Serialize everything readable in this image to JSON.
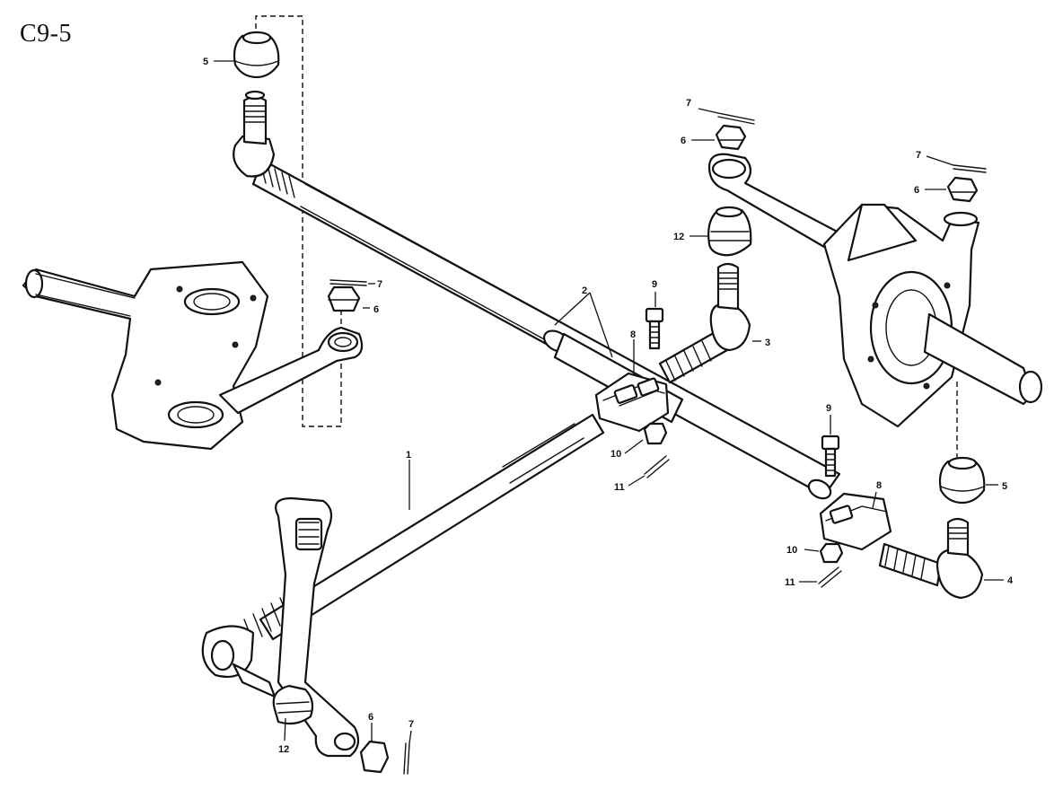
{
  "sheet": {
    "code": "C9-5"
  },
  "callouts": {
    "c1": "1",
    "c2": "2",
    "c3": "3",
    "c4": "4",
    "c5a": "5",
    "c5b": "5",
    "c6a": "6",
    "c6b": "6",
    "c6c": "6",
    "c6d": "6",
    "c7a": "7",
    "c7b": "7",
    "c7c": "7",
    "c7d": "7",
    "c8a": "8",
    "c8b": "8",
    "c9a": "9",
    "c9b": "9",
    "c10a": "10",
    "c10b": "10",
    "c11a": "11",
    "c11b": "11",
    "c12a": "12",
    "c12b": "12"
  }
}
